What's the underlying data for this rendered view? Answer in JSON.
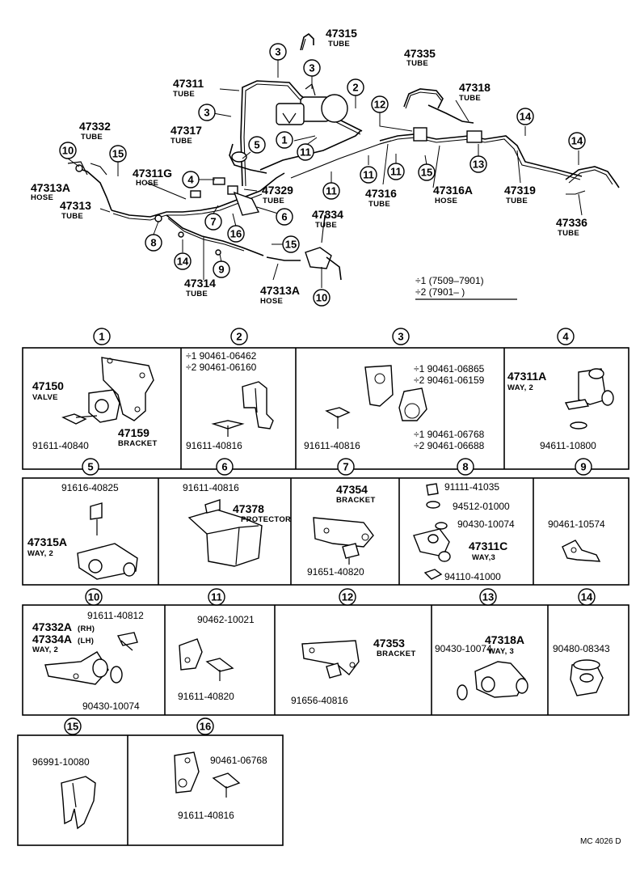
{
  "overview": {
    "labels": [
      {
        "id": "p47315",
        "num": "47315",
        "sub": "TUBE"
      },
      {
        "id": "p47335",
        "num": "47335",
        "sub": "TUBE"
      },
      {
        "id": "p47311",
        "num": "47311",
        "sub": "TUBE"
      },
      {
        "id": "p47318",
        "num": "47318",
        "sub": "TUBE"
      },
      {
        "id": "p47332",
        "num": "47332",
        "sub": "TUBE"
      },
      {
        "id": "p47317",
        "num": "47317",
        "sub": "TUBE"
      },
      {
        "id": "p47313A_left",
        "num": "47313A",
        "sub": "HOSE"
      },
      {
        "id": "p47311G",
        "num": "47311G",
        "sub": "HOSE"
      },
      {
        "id": "p47329",
        "num": "47329",
        "sub": "TUBE"
      },
      {
        "id": "p47313",
        "num": "47313",
        "sub": "TUBE"
      },
      {
        "id": "p47316",
        "num": "47316",
        "sub": "TUBE"
      },
      {
        "id": "p47316A",
        "num": "47316A",
        "sub": "HOSE"
      },
      {
        "id": "p47319",
        "num": "47319",
        "sub": "TUBE"
      },
      {
        "id": "p47336",
        "num": "47336",
        "sub": "TUBE"
      },
      {
        "id": "p47334",
        "num": "47334",
        "sub": "TUBE"
      },
      {
        "id": "p47314",
        "num": "47314",
        "sub": "TUBE"
      },
      {
        "id": "p47313A_right",
        "num": "47313A",
        "sub": "HOSE"
      }
    ],
    "callouts": [
      "3",
      "3",
      "2",
      "3",
      "12",
      "14",
      "1",
      "5",
      "11",
      "14",
      "11",
      "11",
      "11",
      "15",
      "13",
      "10",
      "15",
      "4",
      "6",
      "7",
      "16",
      "8",
      "15",
      "14",
      "9",
      "10"
    ],
    "legend": [
      "÷1 (7509–7901)",
      "÷2 (7901–       )"
    ]
  },
  "cells": [
    {
      "num": "1",
      "texts": [
        "47150",
        "VALVE",
        "47159",
        "BRACKET",
        "91611-40840"
      ]
    },
    {
      "num": "2",
      "texts": [
        "÷1 90461-06462",
        "÷2 90461-06160",
        "91611-40816"
      ]
    },
    {
      "num": "3",
      "texts": [
        "÷1 90461-06865",
        "÷2 90461-06159",
        "91611-40816",
        "÷1 90461-06768",
        "÷2 90461-06688"
      ]
    },
    {
      "num": "4",
      "texts": [
        "47311A",
        "WAY, 2",
        "94611-10800"
      ]
    },
    {
      "num": "5",
      "texts": [
        "91616-40825",
        "47315A",
        "WAY, 2"
      ]
    },
    {
      "num": "6",
      "texts": [
        "91611-40816",
        "47378",
        "PROTECTOR"
      ]
    },
    {
      "num": "7",
      "texts": [
        "47354",
        "BRACKET",
        "91651-40820"
      ]
    },
    {
      "num": "8",
      "texts": [
        "91111-41035",
        "94512-01000",
        "90430-10074",
        "47311C",
        "WAY,3",
        "94110-41000"
      ]
    },
    {
      "num": "9",
      "texts": [
        "90461-10574"
      ]
    },
    {
      "num": "10",
      "texts": [
        "91611-40812",
        "47332A",
        "(RH)",
        "47334A",
        "(LH)",
        "WAY, 2",
        "90430-10074"
      ]
    },
    {
      "num": "11",
      "texts": [
        "90462-10021",
        "91611-40820"
      ]
    },
    {
      "num": "12",
      "texts": [
        "47353",
        "BRACKET",
        "91656-40816"
      ]
    },
    {
      "num": "13",
      "texts": [
        "90430-10074",
        "47318A",
        "WAY, 3"
      ]
    },
    {
      "num": "14",
      "texts": [
        "90480-08343"
      ]
    },
    {
      "num": "15",
      "texts": [
        "96991-10080"
      ]
    },
    {
      "num": "16",
      "texts": [
        "90461-06768",
        "91611-40816"
      ]
    }
  ],
  "footer": "MC 4026 D"
}
